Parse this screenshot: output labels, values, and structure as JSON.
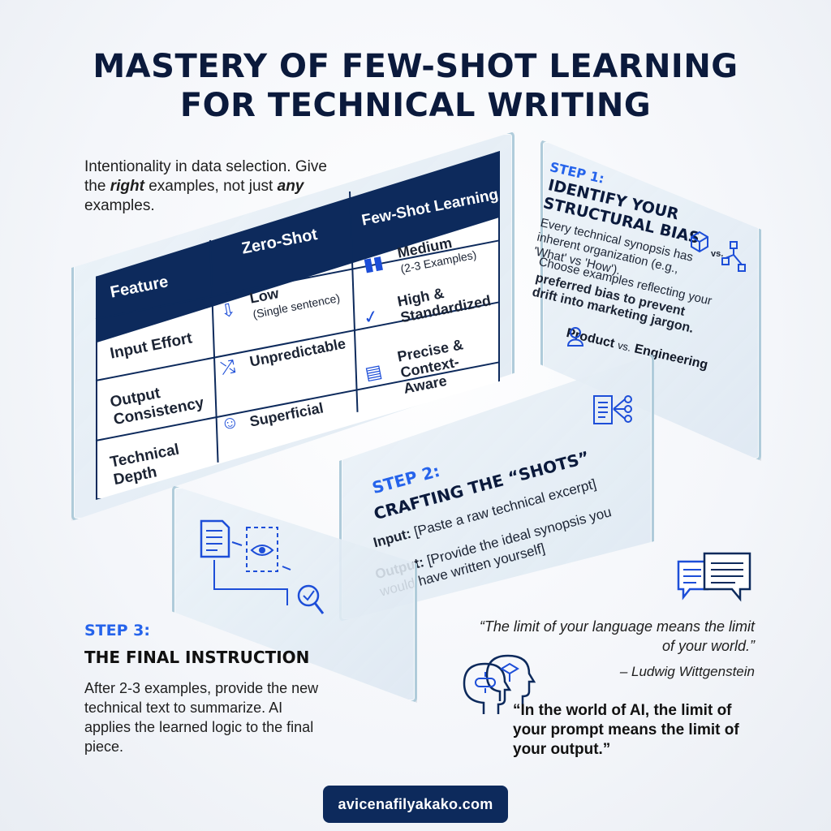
{
  "title": {
    "line1": "MASTERY OF FEW-SHOT LEARNING",
    "line2": "FOR TECHNICAL WRITING"
  },
  "intro": {
    "pre": "Intentionality in data selection. Give the ",
    "right": "right",
    "mid": " examples, not just ",
    "any": "any",
    "post": " examples."
  },
  "table": {
    "headers": [
      "Feature",
      "Zero-Shot",
      "Few-Shot Learning"
    ],
    "rows": [
      {
        "feature": "Input Effort",
        "zero": "Low",
        "zero_note": "(Single sentence)",
        "few": "Medium",
        "few_note": "(2-3 Examples)"
      },
      {
        "feature": "Output Consistency",
        "zero": "Unpredictable",
        "few": "High & Standardized"
      },
      {
        "feature": "Technical Depth",
        "zero": "Superficial",
        "few": "Precise & Context-Aware"
      }
    ]
  },
  "step1": {
    "label": "STEP 1:",
    "heading_1": "IDENTIFY YOUR",
    "heading_2": "STRUCTURAL BIAS",
    "body": "Every technical synopsis has inherent organization (e.g., 'What' vs 'How').",
    "choose": "Choose examples reflecting your",
    "bold": "preferred bias to prevent drift into marketing jargon.",
    "compare_a": "Product",
    "compare_vs": "vs.",
    "compare_b": "Engineering",
    "icon_vs": "vs."
  },
  "step2": {
    "label": "STEP 2:",
    "heading": "CRAFTING THE “SHOTS”",
    "input_label": "Input:",
    "input_text": "[Paste a raw technical excerpt]",
    "output_label": "Output:",
    "output_text": "[Provide the ideal synopsis you would have written yourself]"
  },
  "step3": {
    "label": "STEP 3:",
    "heading": "THE FINAL INSTRUCTION",
    "body": "After 2-3 examples, provide the new technical text to summarize. AI applies the learned logic to the final piece."
  },
  "quote1": {
    "text": "“The limit of your language means the limit of your world.”",
    "author": "– Ludwig Wittgenstein"
  },
  "quote2": "“In the world of AI, the limit of your prompt means the limit of your output.”",
  "footer": "avicenafilyakako.com",
  "icons": [
    "arrow-down-icon",
    "shuffle-icon",
    "person-icon",
    "bar-chart-icon",
    "check-circle-icon",
    "certificate-icon",
    "cube-network-icon",
    "person-outline-icon",
    "document-flow-icon",
    "document-eye-search-icon",
    "chat-bubbles-icon",
    "heads-icon"
  ],
  "colors": {
    "navy": "#0d2a5c",
    "accent": "#2563eb",
    "title": "#0b1a3c"
  }
}
